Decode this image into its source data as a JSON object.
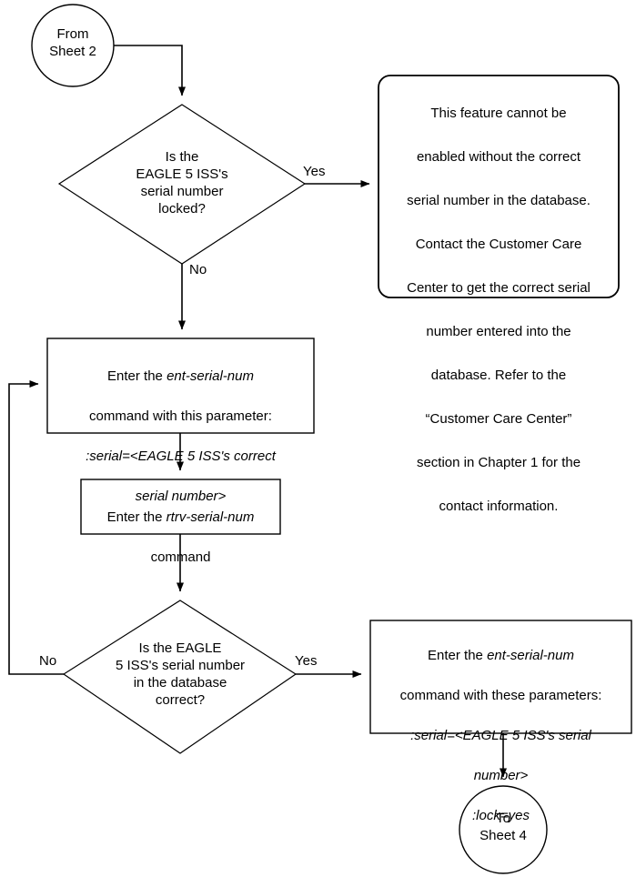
{
  "diagram": {
    "type": "flowchart",
    "title": "",
    "nodes": {
      "from_sheet": {
        "shape": "circle",
        "label": "From\nSheet 2"
      },
      "decision_locked": {
        "shape": "diamond",
        "label": "Is the\nEAGLE 5 ISS's\nserial number\nlocked?"
      },
      "note_customer_care": {
        "shape": "rounded-rectangle",
        "label": "This feature cannot be enabled without the correct serial number in the database. Contact the Customer Care Center to get the correct serial number entered into the database. Refer to the “Customer Care Center” section in Chapter 1 for the contact information.",
        "lines": [
          "This feature cannot be",
          "enabled without the correct",
          "serial number in the database.",
          "Contact the Customer Care",
          "Center to get the correct serial",
          "number entered into the",
          "database. Refer to the",
          "“Customer Care Center”",
          "section in Chapter 1 for the",
          "contact information."
        ]
      },
      "process_ent_serial": {
        "shape": "rectangle",
        "line1_plain": "Enter the ",
        "line1_italic": "ent-serial-num",
        "line2_plain": "command with this parameter:",
        "line3_italic": ":serial=<EAGLE 5 ISS's correct",
        "line4_italic": "serial number>"
      },
      "process_rtrv_serial": {
        "shape": "rectangle",
        "line1_plain": "Enter the ",
        "line1_italic": "rtrv-serial-num",
        "line2_plain": "command"
      },
      "decision_correct": {
        "shape": "diamond",
        "label": "Is the EAGLE\n5 ISS's serial number\nin the database\ncorrect?"
      },
      "process_ent_lock": {
        "shape": "rectangle",
        "line1_plain": "Enter the ",
        "line1_italic": "ent-serial-num",
        "line2_plain": "command with these parameters:",
        "line3_italic": ":serial=<EAGLE 5 ISS's serial",
        "line4_italic": "number>",
        "line5_italic": ":lock=yes"
      },
      "to_sheet": {
        "shape": "circle",
        "label": "To\nSheet 4"
      }
    },
    "edge_labels": {
      "locked_yes": "Yes",
      "locked_no": "No",
      "correct_yes": "Yes",
      "correct_no": "No"
    },
    "colors": {
      "stroke": "#000000",
      "fill": "#ffffff",
      "text": "#000000"
    }
  }
}
